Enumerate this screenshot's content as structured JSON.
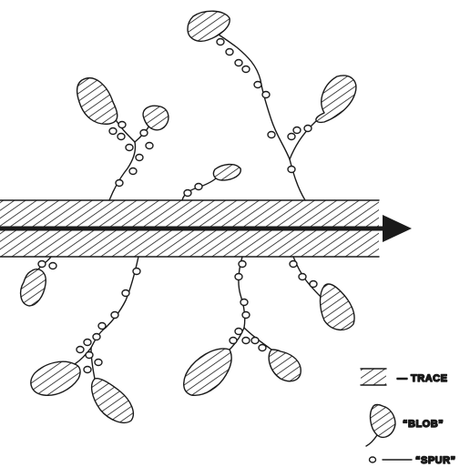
{
  "legend": {
    "trace_label": "— TRACE",
    "blob_label": "“BLOB”",
    "spur_label": "“SPUR”"
  }
}
